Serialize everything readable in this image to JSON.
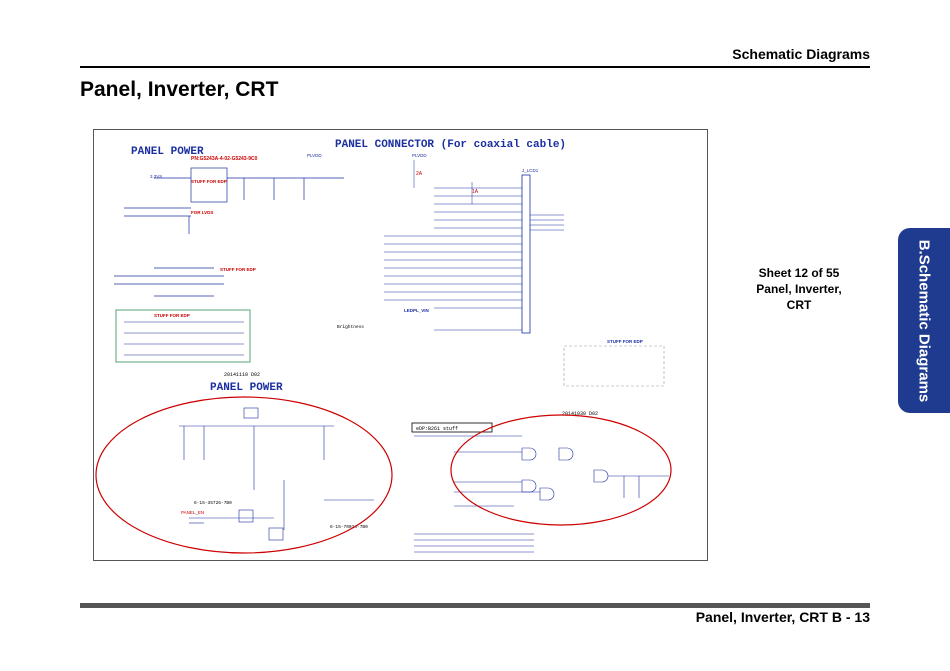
{
  "header": {
    "section_title": "Schematic  Diagrams"
  },
  "page": {
    "title": "Panel, Inverter, CRT"
  },
  "side_info": {
    "line1": "Sheet 12 of 55",
    "line2": "Panel, Inverter,",
    "line3": "CRT"
  },
  "side_tab": {
    "label": "B.Schematic Diagrams"
  },
  "footer": {
    "text": "Panel, Inverter, CRT  B  -  13"
  },
  "schematic": {
    "panel_power_title": "PANEL POWER",
    "panel_connector_title": "PANEL CONNECTOR (For coaxial cable)",
    "panel_power_title2": "PANEL POWER",
    "rev_label_left": "20141110  D02",
    "rev_label_right": "20141030  D02",
    "part_number": "PN:G5243A-4-02-G5243-9C0",
    "stuff_for_edp": "STUFF FOR EDP",
    "stuff_for_lvds": "FOR LVDS",
    "brightness": "Brightness",
    "edp_b5": "eDP:B261  stuff",
    "lcd_conn": "J_LCD1",
    "plvdd": "PLVDD",
    "rail_3v3": "3.3VS",
    "rail_2a": "2A",
    "rail_1a": "1A",
    "ledpl_vin": "LEDPL_VIN",
    "panel_en": "PANEL_EN",
    "part_ref_1": "6-15-35726-7B0",
    "part_ref_2": "6-15-70024-7B0",
    "stuff_for_edp_right": "STUFF FOR EDP"
  },
  "colors": {
    "accent_red": "#cc0000",
    "wire_blue": "#1a2fa0",
    "tab_blue": "#1f3b8f",
    "box_green": "#2e8b57"
  }
}
